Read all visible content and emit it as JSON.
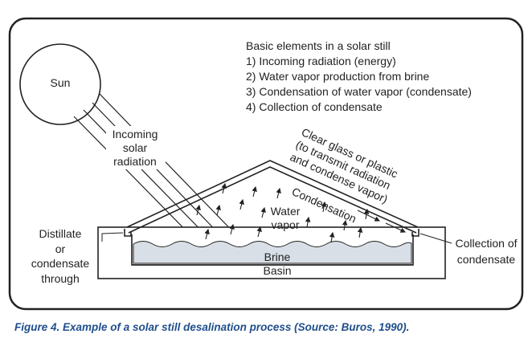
{
  "diagram": {
    "sun_label": "Sun",
    "elements_heading": "Basic elements in a solar still",
    "elements": [
      "1) Incoming radiation (energy)",
      "2) Water vapor production from brine",
      "3) Condensation of water vapor (condensate)",
      "4) Collection of condensate"
    ],
    "incoming": [
      "Incoming",
      "solar",
      "radiation"
    ],
    "glass": [
      "Clear glass or plastic",
      "(to transmit radiation",
      "and condense vapor)"
    ],
    "condensation": "Condensation",
    "water_vapor": [
      "Water",
      "vapor"
    ],
    "distillate": [
      "Distillate",
      "or",
      "condensate",
      "through"
    ],
    "collection": [
      "Collection of",
      "condensate"
    ],
    "brine": "Brine",
    "basin": "Basin"
  },
  "caption": {
    "label": "Figure 4.",
    "text": " Example of a solar still desalination process (Source: Buros, 1990)."
  },
  "colors": {
    "frame": "#222222",
    "water": "#d9dfe6",
    "caption": "#1f4e8c"
  }
}
